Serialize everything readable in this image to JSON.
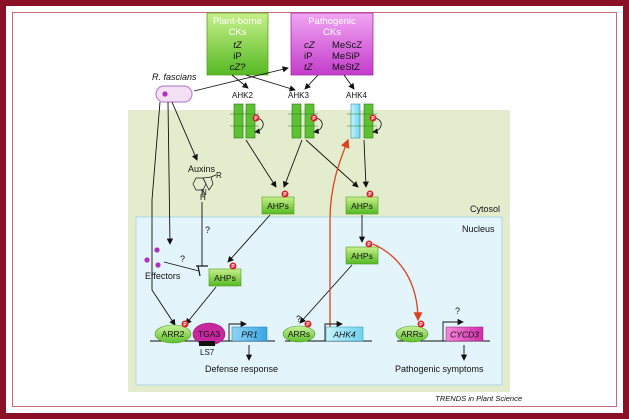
{
  "plant_cks": {
    "title_line1": "Plant-borne",
    "title_line2": "CKs",
    "items": [
      "tZ",
      "iP",
      "cZ?"
    ]
  },
  "pathogenic_cks": {
    "title_line1": "Pathogenic",
    "title_line2": "CKs",
    "col1": [
      "cZ",
      "iP",
      "tZ"
    ],
    "col2": [
      "MeScZ",
      "MeSiP",
      "MeStZ"
    ]
  },
  "bacterium": "R. fascians",
  "receptors": [
    "AHK2",
    "AHK3",
    "AHK4"
  ],
  "compartments": {
    "cytosol": "Cytosol",
    "nucleus": "Nucleus"
  },
  "cytosol_nodes": {
    "ahps_left": "AHPs",
    "ahps_right": "AHPs",
    "auxins": "Auxins"
  },
  "nucleus_nodes": {
    "ahps_left": "AHPs",
    "ahps_right": "AHPs",
    "effectors": "Effectors",
    "question": "?",
    "arr2": "ARR2",
    "tga3": "TGA3",
    "ls7": "LS7",
    "pr1": "PR1",
    "arrs_mid": "ARRs",
    "ahk4_gene": "AHK4",
    "arrs_right": "ARRs",
    "cycd3": "CYCD3"
  },
  "outcomes": {
    "defense": "Defense response",
    "pathogenic": "Pathogenic symptoms"
  },
  "phospho": "P",
  "credit": "TRENDS in Plant Science",
  "colors": {
    "border": "#8a1028",
    "cytosol_bg": "#e4ecce",
    "nucleus_bg": "#e3f4fa",
    "green_box": "#7fd24b",
    "magenta_box": "#d455d8",
    "red_arrow": "#d9431f",
    "phospho": "#d8242a"
  }
}
